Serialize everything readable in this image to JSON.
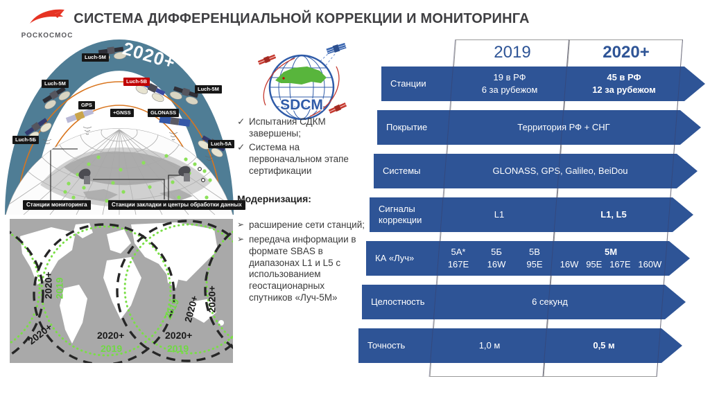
{
  "colors": {
    "accent_blue": "#2e5496",
    "dome_teal": "#4f7d95",
    "orbit_orange": "#d9751e",
    "map_2019_green": "#70d944",
    "map_2020_black": "#1a1a1a",
    "alert_red": "#c00000",
    "brand_red": "#e63323"
  },
  "header": {
    "brand": "РОСКОСМОС",
    "title": "СИСТЕМА ДИФФЕРЕНЦИАЛЬНОЙ КОРРЕКЦИИ И МОНИТОРИНГА"
  },
  "orbit": {
    "era_label": "2020+",
    "sat_labels": [
      {
        "text": "Luch-5M"
      },
      {
        "text": "Luch-5M"
      },
      {
        "text": "Luch-5B"
      },
      {
        "text": "Luch-5M"
      },
      {
        "text": "GPS"
      },
      {
        "text": "+GNSS"
      },
      {
        "text": "GLONASS"
      },
      {
        "text": "Luch-5Б"
      },
      {
        "text": "Luch-5A"
      }
    ],
    "ground_labels": [
      {
        "text": "Станции мониторинга"
      },
      {
        "text": "Станции закладки и центры обработки данных"
      }
    ]
  },
  "sdcm": {
    "text": "SDCM"
  },
  "notes": {
    "done_items": [
      "Испытания СДКМ завершены;",
      "Система на первоначальном этапе сертификации"
    ],
    "heading": "Модернизация:",
    "upgrade_items": [
      "расширение сети станций;",
      "передача информации в формате SBAS в диапазонах L1 и L5 с использованием геостационарных спутников «Луч-5М»"
    ]
  },
  "map": {
    "labels": [
      {
        "text": "2020+",
        "year": "2020+"
      },
      {
        "text": "2019",
        "year": "2019"
      },
      {
        "text": "2020+",
        "year": "2020+"
      },
      {
        "text": "2020+",
        "year": "2020+"
      },
      {
        "text": "2019",
        "year": "2019"
      },
      {
        "text": "2019",
        "year": "2019"
      },
      {
        "text": "2020+",
        "year": "2020+"
      },
      {
        "text": "2020+",
        "year": "2020+"
      },
      {
        "text": "2020+",
        "year": "2020+"
      },
      {
        "text": "2019",
        "year": "2019"
      }
    ]
  },
  "table": {
    "headers": [
      "2019",
      "2020+"
    ],
    "rows": [
      {
        "label": "Станции",
        "v2019": "19 в РФ\n6 за рубежом",
        "v2020": "45 в РФ\n12 за рубежом"
      },
      {
        "label": "Покрытие",
        "span": "Территория РФ + СНГ"
      },
      {
        "label": "Системы",
        "span": "GLONASS, GPS, Galileo, BeiDou"
      },
      {
        "label": "Сигналы коррекции",
        "v2019": "L1",
        "v2020": "L1, L5"
      },
      {
        "label": "КА «Луч»",
        "sats2019": [
          {
            "name": "5A*",
            "pos": "167E"
          },
          {
            "name": "5Б",
            "pos": "16W"
          },
          {
            "name": "5В",
            "pos": "95E"
          }
        ],
        "sats2020": {
          "name": "5M",
          "pos": "16W   95E   167E   160W"
        }
      },
      {
        "label": "Целостность",
        "span": "6 секунд"
      },
      {
        "label": "Точность",
        "v2019": "1,0 м",
        "v2020": "0,5 м"
      }
    ]
  }
}
